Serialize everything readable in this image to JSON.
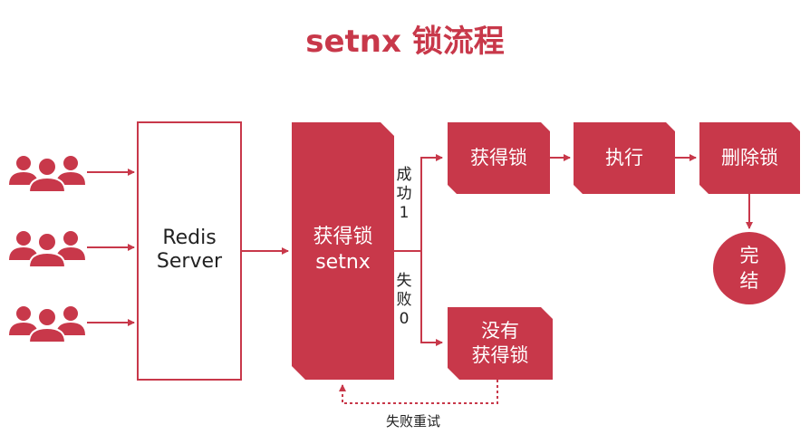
{
  "title": "setnx 锁流程",
  "colors": {
    "accent": "#c8384a",
    "text": "#222222",
    "white": "#ffffff"
  },
  "clients": [
    {
      "icon": "users-icon"
    },
    {
      "icon": "users-icon"
    },
    {
      "icon": "users-icon"
    }
  ],
  "server": {
    "line1": "Redis",
    "line2": "Server"
  },
  "setnx_box": {
    "line1": "获得锁",
    "line2": "setnx"
  },
  "success_label": {
    "c1": "成",
    "c2": "功",
    "c3": "1"
  },
  "fail_label": {
    "c1": "失",
    "c2": "败",
    "c3": "0"
  },
  "acquired": "获得锁",
  "execute": "执行",
  "delete_lock": "删除锁",
  "done": {
    "c1": "完",
    "c2": "结"
  },
  "not_acquired": {
    "line1": "没有",
    "line2": "获得锁"
  },
  "retry": "失败重试"
}
